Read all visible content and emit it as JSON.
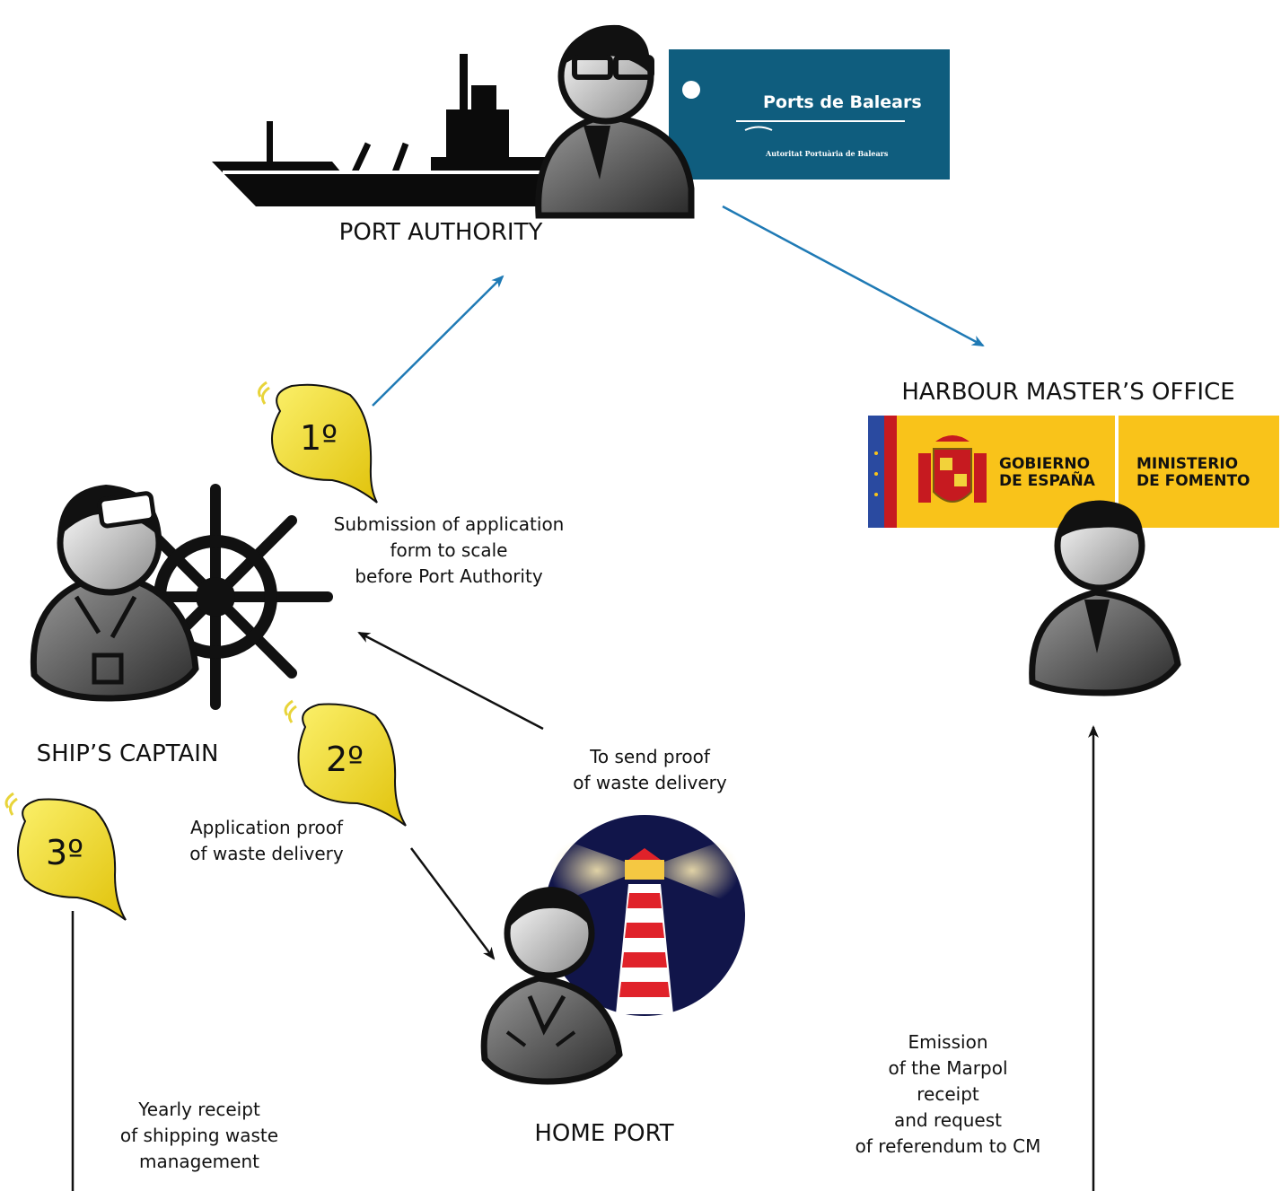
{
  "nodes": {
    "port_authority": "PORT AUTHORITY",
    "harbour_master": "HARBOUR MASTER’S OFFICE",
    "ship_captain": "SHIP’S CAPTAIN",
    "home_port": "HOME PORT"
  },
  "logos": {
    "ports_balears": {
      "name": "Ports de Balears",
      "subtitle": "Autoritat Portuària de Balears",
      "color": "#0f5d7e"
    },
    "gobierno": {
      "line1": "GOBIERNO",
      "line2": "DE ESPAÑA",
      "color": "#f9c31a"
    },
    "ministerio": {
      "line1": "MINISTERIO",
      "line2": "DE FOMENTO"
    }
  },
  "steps": {
    "s1": {
      "badge": "1º",
      "lines": [
        "Submission of application",
        "form to scale",
        "before Port Authority"
      ]
    },
    "s2": {
      "badge": "2º",
      "lines": [
        "Application proof",
        "of waste delivery"
      ]
    },
    "s3": {
      "badge": "3º",
      "lines": [
        "Yearly receipt",
        "of shipping waste",
        "management"
      ]
    }
  },
  "edges": {
    "to_send": [
      "To send proof",
      "of waste delivery"
    ],
    "emission": [
      "Emission",
      "of the Marpol",
      "receipt",
      "and request",
      "of referendum to CM"
    ]
  },
  "colors": {
    "blue_arrow": "#1f7ab5",
    "badge_yellow": "#f4e21a"
  }
}
